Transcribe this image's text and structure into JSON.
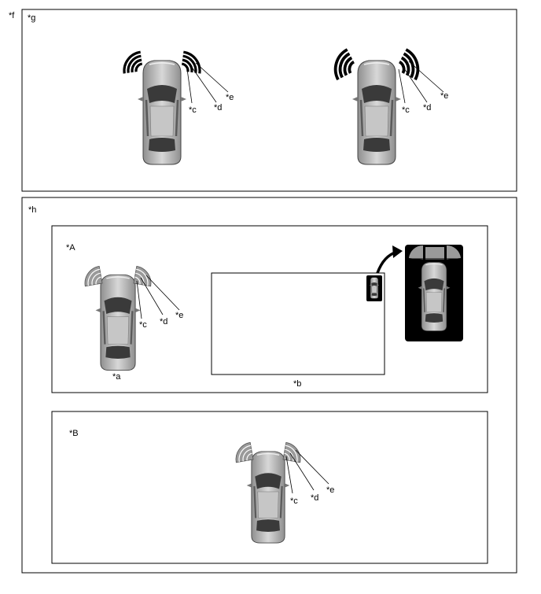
{
  "labels": {
    "f": "*f",
    "g": "*g",
    "h": "*h",
    "A": "*A",
    "B": "*B",
    "a": "*a",
    "b": "*b",
    "c": "*c",
    "d": "*d",
    "e": "*e"
  },
  "colors": {
    "sensor_active": "#000000",
    "sensor_inactive": "#999999",
    "car_body": "#bdbdbd",
    "car_glass": "#3a3a3a",
    "display_bg": "#000000"
  },
  "icons": {
    "car": "car-top-view-icon",
    "sensor": "sensor-wave-icon",
    "arrow": "curved-arrow-icon"
  }
}
